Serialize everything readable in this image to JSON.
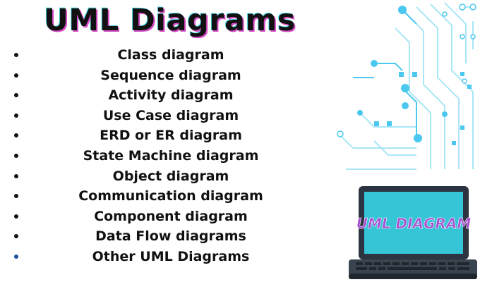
{
  "title": "UML Diagrams",
  "items": [
    {
      "label": "Class diagram",
      "bullet": "#111111"
    },
    {
      "label": "Sequence diagram",
      "bullet": "#111111"
    },
    {
      "label": "Activity diagram",
      "bullet": "#111111"
    },
    {
      "label": "Use Case diagram",
      "bullet": "#111111"
    },
    {
      "label": "ERD or ER diagram",
      "bullet": "#111111"
    },
    {
      "label": "State Machine diagram",
      "bullet": "#111111"
    },
    {
      "label": "Object diagram",
      "bullet": "#111111"
    },
    {
      "label": "Communication diagram",
      "bullet": "#111111"
    },
    {
      "label": "Component diagram",
      "bullet": "#111111"
    },
    {
      "label": "Data Flow diagrams",
      "bullet": "#111111"
    },
    {
      "label": "Other UML Diagrams",
      "bullet": "#1c4fa0"
    }
  ],
  "laptop": {
    "screen_text": "UML DIAGRAM"
  },
  "colors": {
    "circuit": "#4bc8ef",
    "circuit_light": "#a9e6f7",
    "laptop_screen": "#36c5d6",
    "laptop_body": "#2b3440",
    "laptop_text": "#a74fd1",
    "title_shadow_pink": "#d64cc6",
    "title_shadow_cyan": "#4bd6e4"
  },
  "icons": [
    "circuit-board-illustration",
    "laptop-illustration"
  ]
}
